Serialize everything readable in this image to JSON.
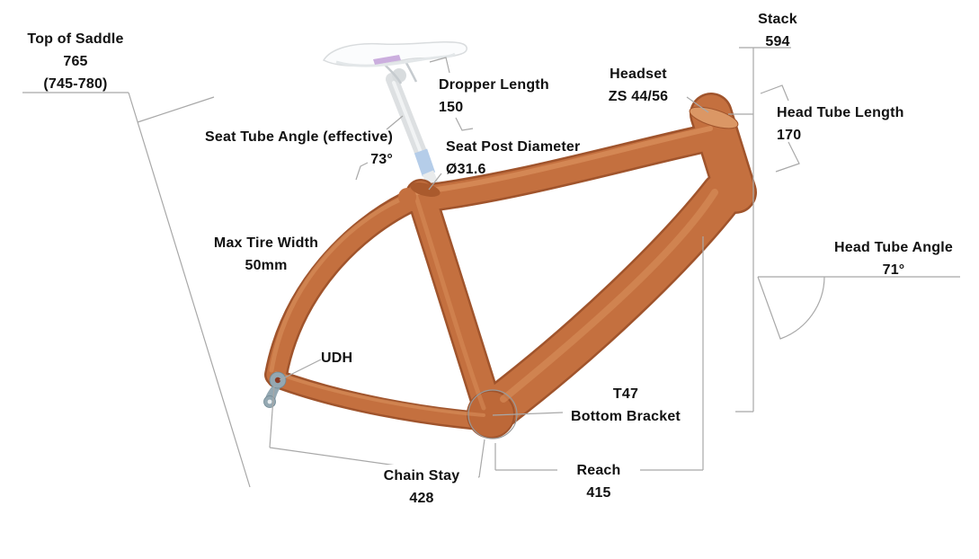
{
  "title": "Bike frame geometry diagram",
  "colors": {
    "frame_orange": "#c4703f",
    "frame_shadow": "#a0542c",
    "frame_highlight": "#d98f5c",
    "dimension_line": "#a8a8a8",
    "saddle_accent_purple": "#cbaede",
    "seatpost_band_blue": "#b5cde9",
    "udh_gray": "#94a8b2",
    "text": "#111111",
    "background": "#ffffff"
  },
  "annotations": {
    "top_of_saddle": {
      "label": "Top of Saddle",
      "value": "765",
      "range": "(745-780)"
    },
    "seat_tube_angle": {
      "label": "Seat Tube Angle (effective)",
      "value": "73°"
    },
    "dropper_length": {
      "label": "Dropper Length",
      "value": "150"
    },
    "seat_post_diameter": {
      "label": "Seat Post Diameter",
      "value": "Ø31.6"
    },
    "headset": {
      "label": "Headset",
      "value": "ZS 44/56"
    },
    "stack": {
      "label": "Stack",
      "value": "594"
    },
    "head_tube_length": {
      "label": "Head Tube Length",
      "value": "170"
    },
    "head_tube_angle": {
      "label": "Head Tube Angle",
      "value": "71°"
    },
    "max_tire_width": {
      "label": "Max Tire Width",
      "value": "50mm"
    },
    "udh": {
      "label": "UDH"
    },
    "bottom_bracket": {
      "label": "T47",
      "value": "Bottom Bracket"
    },
    "chain_stay": {
      "label": "Chain Stay",
      "value": "428"
    },
    "reach": {
      "label": "Reach",
      "value": "415"
    }
  }
}
